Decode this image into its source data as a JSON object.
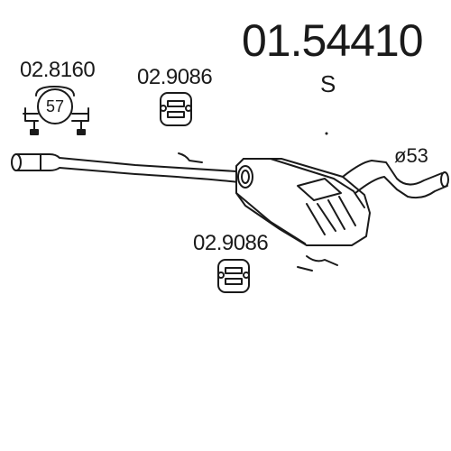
{
  "diagram": {
    "part_number": "01.54410",
    "variant": "S",
    "pipe_diameter": "ø53",
    "parts": [
      {
        "code": "02.8160",
        "type": "clamp-icon",
        "size": "57"
      },
      {
        "code": "02.9086",
        "type": "rubber-mount-icon"
      },
      {
        "code": "02.9086",
        "type": "rubber-mount-icon"
      }
    ]
  }
}
